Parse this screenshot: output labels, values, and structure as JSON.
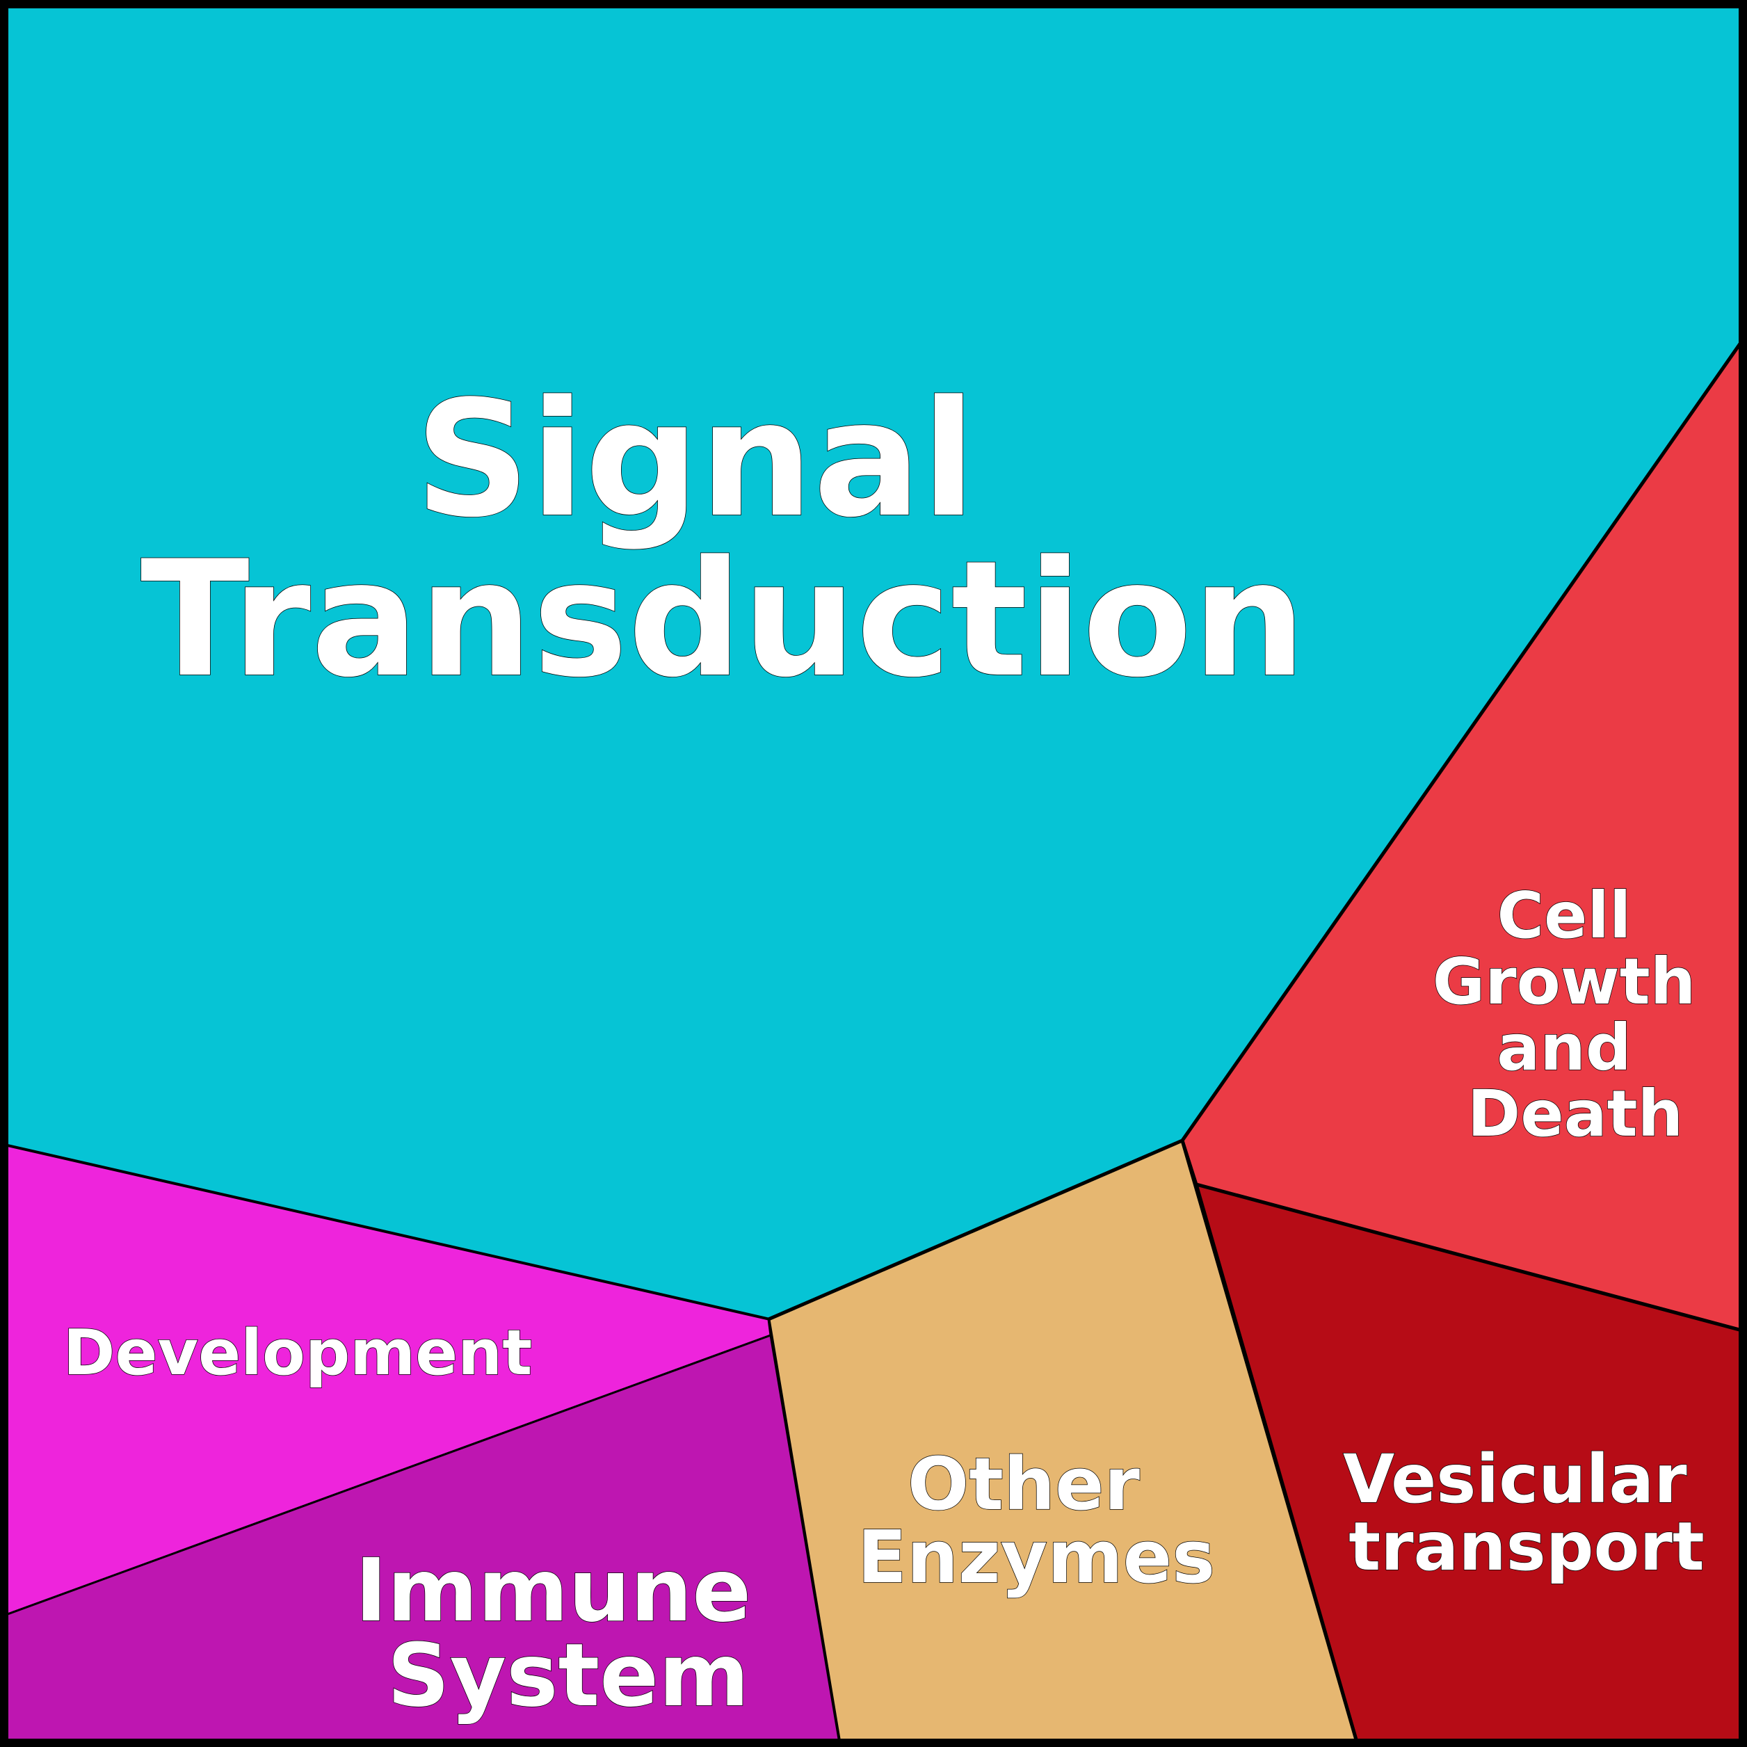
{
  "diagram": {
    "type": "voronoi-treemap",
    "regions": [
      {
        "id": "signal-transduction",
        "lines": [
          "Signal",
          "Transduction"
        ],
        "color": "#06C4D5"
      },
      {
        "id": "cell-growth-and-death",
        "lines": [
          "Cell",
          "Growth",
          "and",
          "Death"
        ],
        "color": "#EB3B45"
      },
      {
        "id": "vesicular-transport",
        "lines": [
          "Vesicular",
          "transport"
        ],
        "color": "#B60C16"
      },
      {
        "id": "other-enzymes",
        "lines": [
          "Other",
          "Enzymes"
        ],
        "color": "#E6B771"
      },
      {
        "id": "development",
        "lines": [
          "Development"
        ],
        "color": "#EE24DC"
      },
      {
        "id": "immune-system",
        "lines": [
          "Immune",
          "System"
        ],
        "color": "#BE16B1"
      }
    ]
  }
}
